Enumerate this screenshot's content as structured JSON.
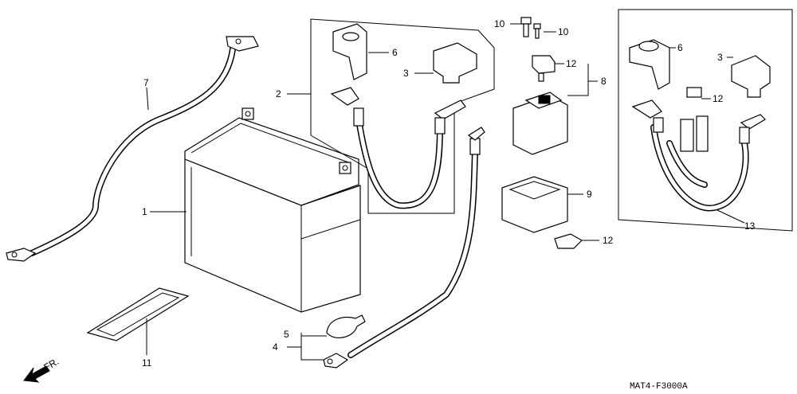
{
  "callouts": {
    "c1": "1",
    "c2": "2",
    "c3a": "3",
    "c3b": "3",
    "c4": "4",
    "c5": "5",
    "c6a": "6",
    "c6b": "6",
    "c7": "7",
    "c8": "8",
    "c9": "9",
    "c10a": "10",
    "c10b": "10",
    "c11": "11",
    "c12a": "12",
    "c12b": "12",
    "c12c": "12",
    "c13": "13"
  },
  "direction_label": "FR.",
  "diagram_code": "MAT4-F3000A",
  "colors": {
    "line": "#000000",
    "background": "#ffffff"
  }
}
